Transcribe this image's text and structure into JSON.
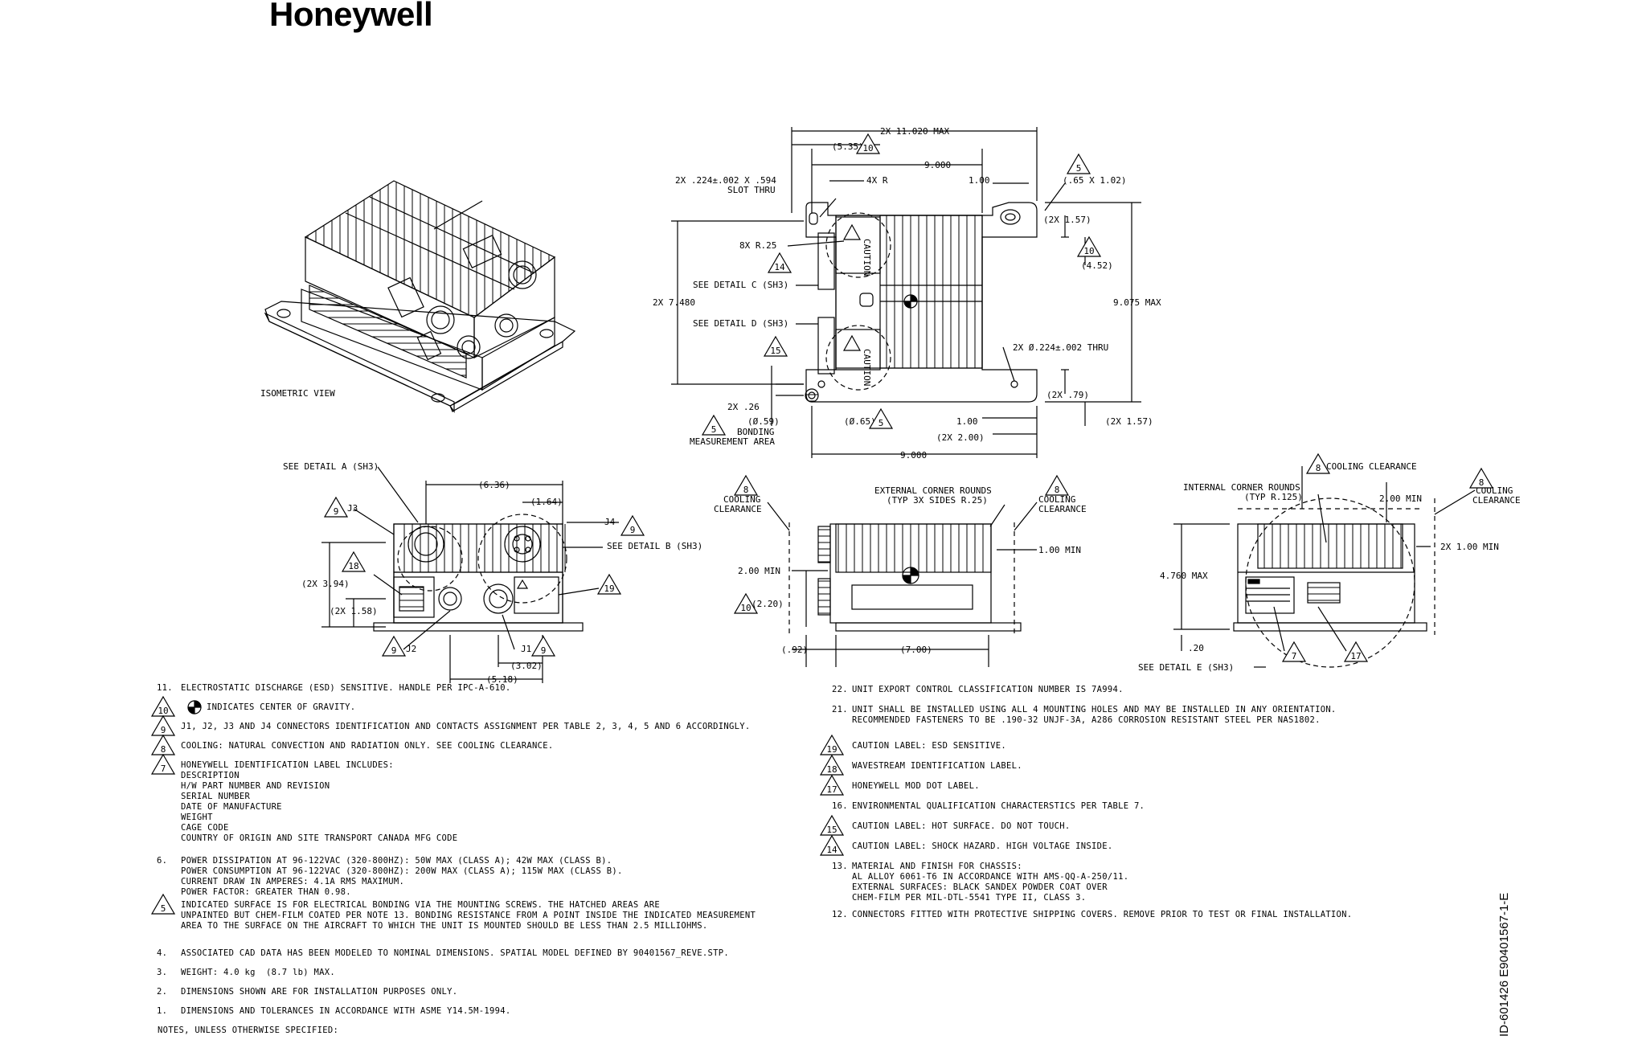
{
  "brand": "Honeywell",
  "doc_id": "ID-601426   E90401567-1-E",
  "views": {
    "isometric": "ISOMETRIC VIEW"
  },
  "top_view": {
    "overall_width": "2X 11.020 MAX",
    "d_535": "(5.35)",
    "d_9000_top": "9.000",
    "d_100_top": "1.00",
    "slot_dim": "(.65 X 1.02)",
    "slot_thru_1": "2X .224±.002 X .594",
    "slot_thru_2": "SLOT THRU",
    "r_4x": "4X R",
    "r_8x": "8X R.25",
    "d_2x157_top": "(2X 1.57)",
    "d_452": "(4.52)",
    "see_detail_c": "SEE DETAIL  C (SH3)",
    "see_detail_d": "SEE DETAIL  D (SH3)",
    "d_7480": "2X 7.480",
    "d_9075": "9.075 MAX",
    "thru_hole": "2X Ø.224±.002 THRU",
    "d_2x79": "(2X .79)",
    "d_2x157_bot": "(2X 1.57)",
    "d_26": "2X .26",
    "d_059": "(Ø.59)",
    "bonding_1": "BONDING",
    "bonding_2": "MEASUREMENT AREA",
    "d_065": "(Ø.65)",
    "d_100_bot": "1.00",
    "d_2x200": "(2X 2.00)",
    "d_9000_bot": "9.000",
    "caution": "CAUTION"
  },
  "front_view": {
    "see_detail_a": "SEE DETAIL  A (SH3)",
    "see_detail_b": "SEE DETAIL  B (SH3)",
    "d_636": "(6.36)",
    "d_164": "(1.64)",
    "j3": "J3",
    "j4": "J4",
    "j2": "J2",
    "j1": "J1",
    "d_2x394": "(2X 3.94)",
    "d_2x158": "(2X 1.58)",
    "d_302": "(3.02)",
    "d_518": "(5.18)"
  },
  "side_view": {
    "ext_corner_1": "EXTERNAL CORNER ROUNDS",
    "ext_corner_2": "(TYP 3X SIDES R.25)",
    "cooling": "COOLING",
    "clearance": "CLEARANCE",
    "d_100_min": "1.00 MIN",
    "d_200_min": "2.00 MIN",
    "d_220": "(2.20)",
    "d_092": "(.92)",
    "d_700": "(7.00)"
  },
  "end_view": {
    "cooling_clearance": "COOLING CLEARANCE",
    "int_corner_1": "INTERNAL CORNER ROUNDS",
    "int_corner_2": "(TYP R.125)",
    "d_200_min": "2.00 MIN",
    "d_2x100_min": "2X 1.00 MIN",
    "d_4760": "4.760 MAX",
    "d_020": ".20",
    "see_detail_e": "SEE DETAIL  E (SH3)"
  },
  "flags": [
    "10",
    "5",
    "10",
    "14",
    "15",
    "5",
    "5",
    "9",
    "9",
    "18",
    "19",
    "9",
    "9",
    "8",
    "8",
    "8",
    "8",
    "10",
    "7",
    "17"
  ],
  "notes_left": [
    {
      "num": "11.",
      "text": "ELECTROSTATIC DISCHARGE (ESD) SENSITIVE. HANDLE PER IPC-A-610."
    },
    {
      "num": "10",
      "text": "INDICATES CENTER OF GRAVITY."
    },
    {
      "num": "9",
      "text": "J1, J2, J3 AND J4 CONNECTORS IDENTIFICATION AND CONTACTS ASSIGNMENT PER TABLE 2, 3, 4, 5 AND 6 ACCORDINGLY."
    },
    {
      "num": "8",
      "text": "COOLING: NATURAL CONVECTION AND RADIATION ONLY. SEE COOLING CLEARANCE."
    },
    {
      "num": "7",
      "text": "HONEYWELL IDENTIFICATION LABEL INCLUDES:\nDESCRIPTION\nH/W PART NUMBER AND REVISION\nSERIAL NUMBER\nDATE OF MANUFACTURE\nWEIGHT\nCAGE CODE\nCOUNTRY OF ORIGIN AND SITE TRANSPORT CANADA MFG CODE"
    },
    {
      "num": "6.",
      "text": "POWER DISSIPATION AT 96-122VAC (320-800HZ): 50W MAX (CLASS A); 42W MAX (CLASS B).\nPOWER CONSUMPTION AT 96-122VAC (320-800HZ): 200W MAX (CLASS A); 115W MAX (CLASS B).\nCURRENT DRAW IN AMPERES: 4.1A RMS MAXIMUM.\nPOWER FACTOR: GREATER THAN 0.98."
    },
    {
      "num": "5",
      "text": "INDICATED SURFACE IS FOR ELECTRICAL BONDING VIA THE MOUNTING SCREWS. THE HATCHED AREAS ARE\nUNPAINTED BUT CHEM-FILM COATED PER NOTE 13. BONDING RESISTANCE FROM A POINT INSIDE THE INDICATED MEASUREMENT\nAREA TO THE SURFACE ON THE AIRCRAFT TO WHICH THE UNIT IS MOUNTED SHOULD BE LESS THAN 2.5 MILLIOHMS."
    },
    {
      "num": "4.",
      "text": "ASSOCIATED CAD DATA HAS BEEN MODELED TO NOMINAL DIMENSIONS. SPATIAL MODEL DEFINED BY 90401567_REVE.STP."
    },
    {
      "num": "3.",
      "text": "WEIGHT: 4.0 kg  (8.7 lb) MAX."
    },
    {
      "num": "2.",
      "text": "DIMENSIONS SHOWN ARE FOR INSTALLATION PURPOSES ONLY."
    },
    {
      "num": "1.",
      "text": "DIMENSIONS AND TOLERANCES IN ACCORDANCE WITH ASME Y14.5M-1994."
    }
  ],
  "notes_footer": "NOTES, UNLESS OTHERWISE SPECIFIED:",
  "notes_right": [
    {
      "num": "22.",
      "text": "UNIT EXPORT CONTROL CLASSIFICATION NUMBER IS 7A994."
    },
    {
      "num": "21.",
      "text": "UNIT SHALL BE INSTALLED USING ALL 4 MOUNTING HOLES AND MAY BE INSTALLED IN ANY ORIENTATION.\nRECOMMENDED FASTENERS TO BE .190-32 UNJF-3A, A286 CORROSION RESISTANT STEEL PER NAS1802."
    },
    {
      "num": "19",
      "text": "CAUTION LABEL: ESD SENSITIVE."
    },
    {
      "num": "18",
      "text": "WAVESTREAM IDENTIFICATION LABEL."
    },
    {
      "num": "17",
      "text": "HONEYWELL MOD DOT LABEL."
    },
    {
      "num": "16.",
      "text": "ENVIRONMENTAL QUALIFICATION CHARACTERSTICS PER TABLE 7."
    },
    {
      "num": "15",
      "text": "CAUTION LABEL: HOT SURFACE. DO NOT TOUCH."
    },
    {
      "num": "14",
      "text": "CAUTION LABEL: SHOCK HAZARD. HIGH VOLTAGE INSIDE."
    },
    {
      "num": "13.",
      "text": "MATERIAL AND FINISH FOR CHASSIS:\nAL ALLOY 6061-T6 IN ACCORDANCE WITH AMS-QQ-A-250/11.\nEXTERNAL SURFACES: BLACK SANDEX POWDER COAT OVER\nCHEM-FILM PER MIL-DTL-5541 TYPE II, CLASS 3."
    },
    {
      "num": "12.",
      "text": "CONNECTORS FITTED WITH PROTECTIVE SHIPPING COVERS. REMOVE PRIOR TO TEST OR FINAL INSTALLATION."
    }
  ]
}
